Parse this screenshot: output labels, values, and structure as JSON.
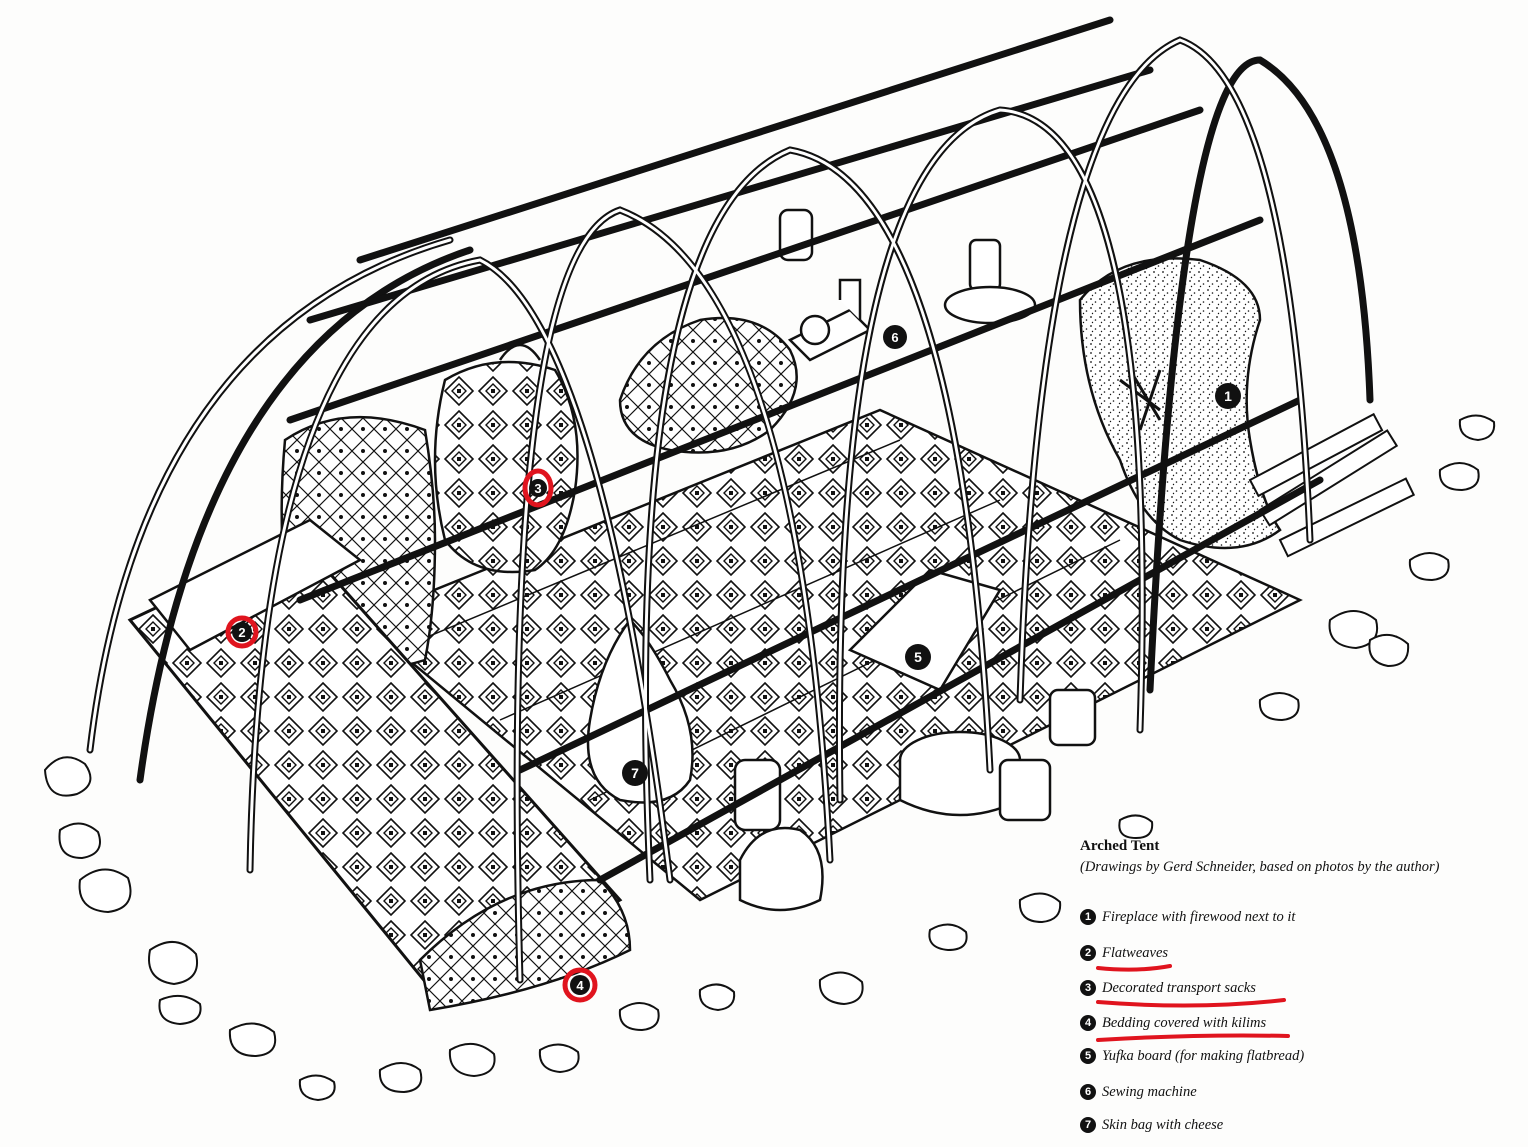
{
  "caption": {
    "title": "Arched Tent",
    "subtitle": "(Drawings by Gerd Schneider, based on photos by the author)"
  },
  "legend": [
    {
      "number": "1",
      "label": "Fireplace with firewood next to it",
      "highlighted": false
    },
    {
      "number": "2",
      "label": "Flatweaves",
      "highlighted": true
    },
    {
      "number": "3",
      "label": "Decorated transport sacks",
      "highlighted": true
    },
    {
      "number": "4",
      "label": "Bedding covered with kilims",
      "highlighted": true
    },
    {
      "number": "5",
      "label": "Yufka board (for making flatbread)",
      "highlighted": false
    },
    {
      "number": "6",
      "label": "Sewing machine",
      "highlighted": false
    },
    {
      "number": "7",
      "label": "Skin bag with cheese",
      "highlighted": false
    }
  ],
  "markers": {
    "m1": "1",
    "m2": "2",
    "m3": "3",
    "m4": "4",
    "m5": "5",
    "m6": "6",
    "m7": "7"
  },
  "colors": {
    "ink": "#111111",
    "highlight": "#e0141e",
    "paper": "#fdfdfc"
  }
}
